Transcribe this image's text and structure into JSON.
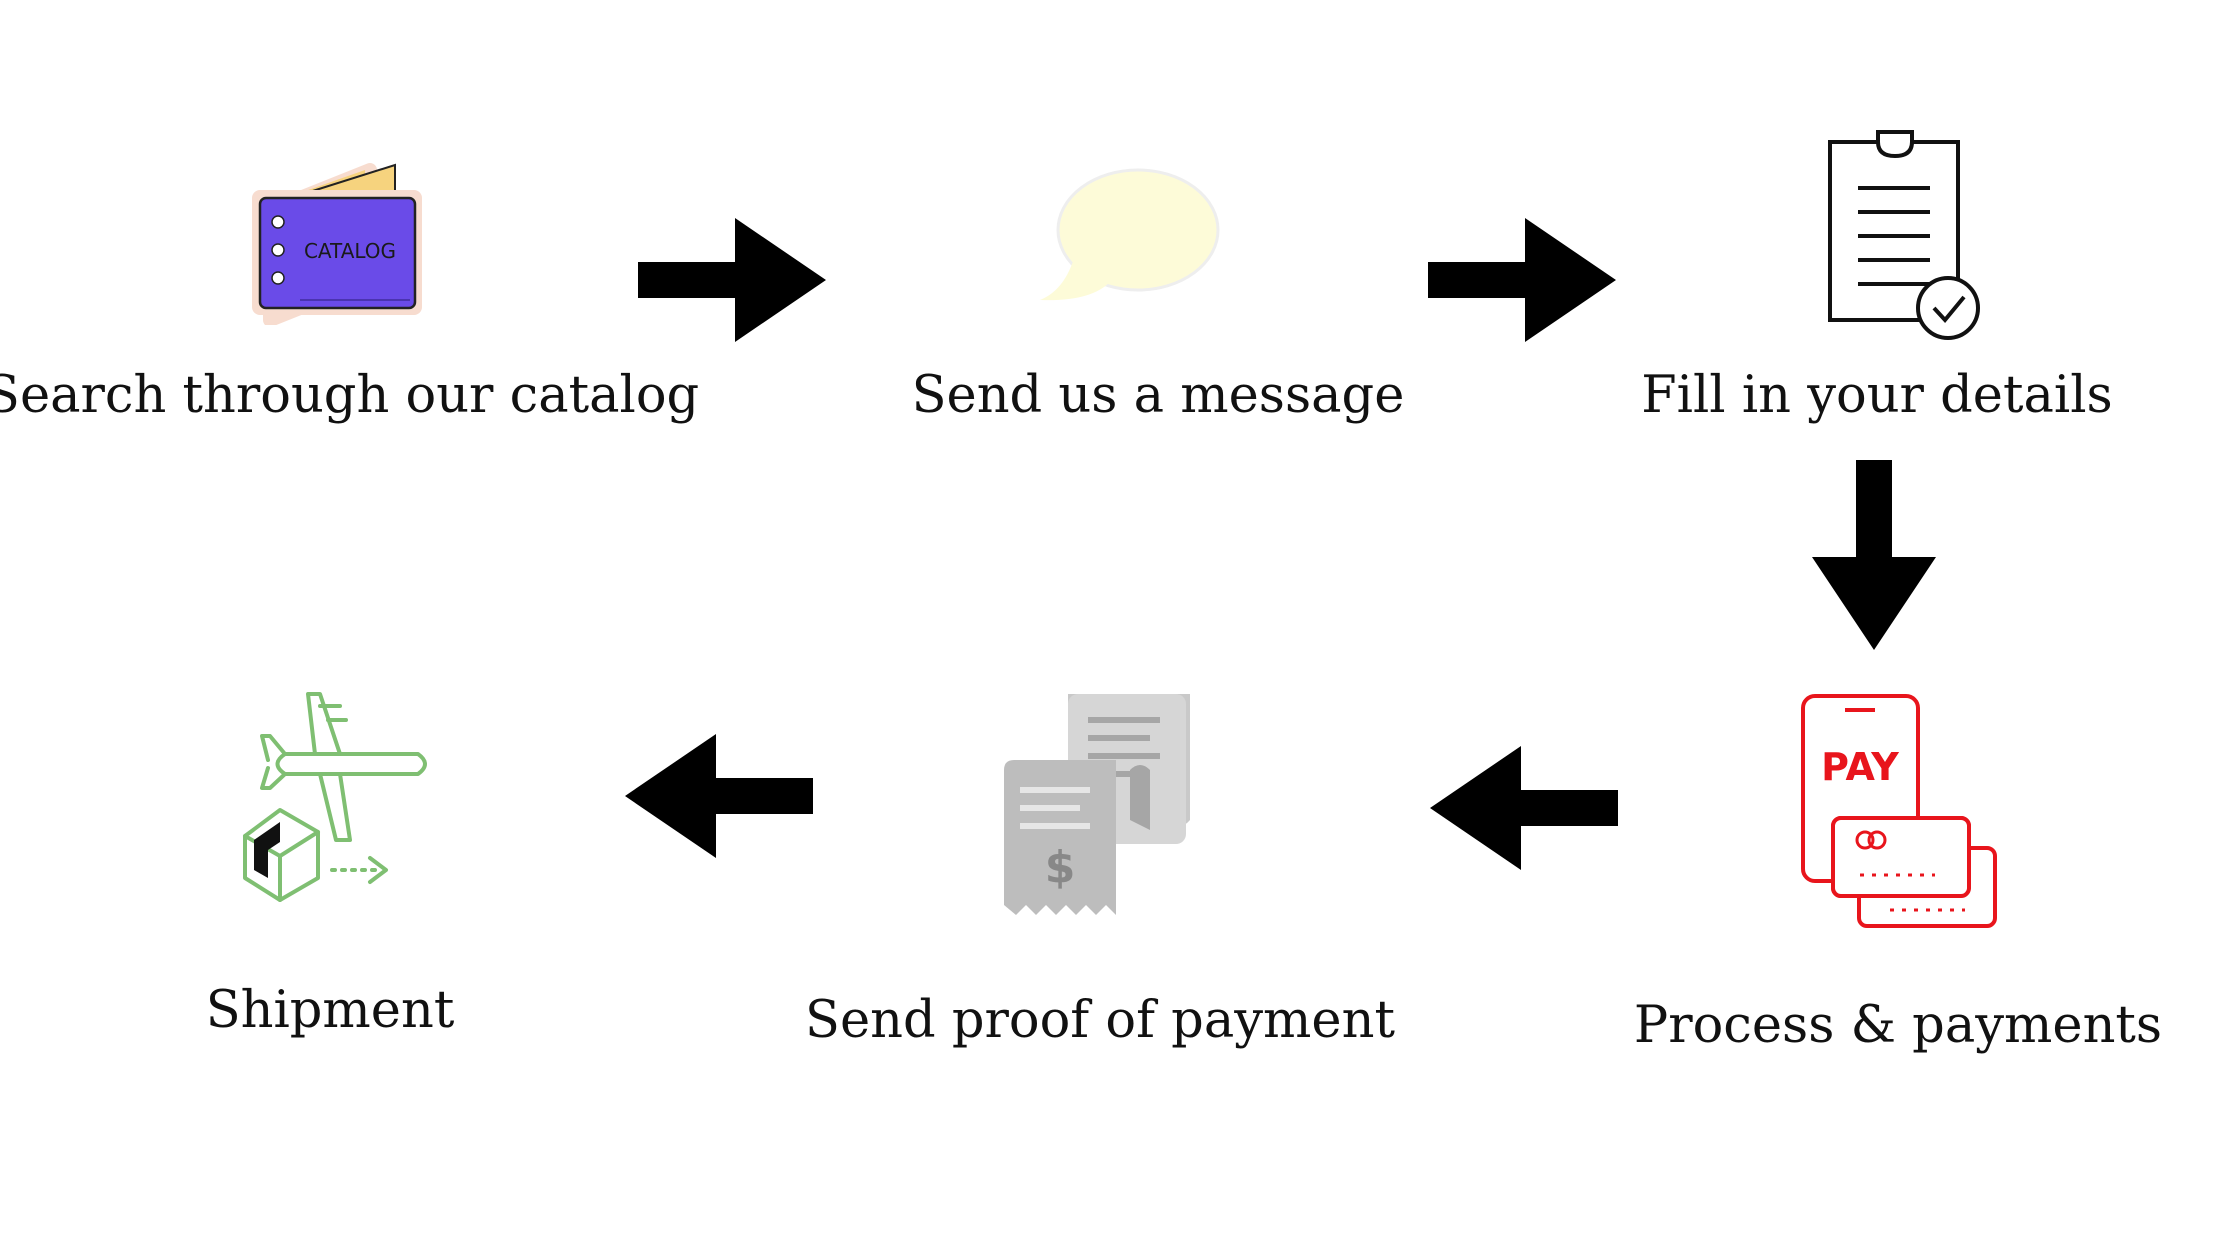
{
  "steps": [
    {
      "label": "Search through our catalog",
      "icon": "catalog-icon"
    },
    {
      "label": "Send us a message",
      "icon": "speech-bubble-icon"
    },
    {
      "label": "Fill in your details",
      "icon": "clipboard-check-icon"
    },
    {
      "label": "Process & payments",
      "icon": "phone-pay-card-icon"
    },
    {
      "label": "Send proof of payment",
      "icon": "receipt-icon"
    },
    {
      "label": "Shipment",
      "icon": "airplane-package-icon"
    }
  ],
  "catalog_text": "CATALOG",
  "pay_text": "PAY",
  "receipt_symbol": "$",
  "colors": {
    "background": "#ffffff",
    "text": "#111111",
    "arrow": "#000000",
    "catalog": "#6a4be8",
    "bubble": "#fdfbd8",
    "pay": "#e8151c",
    "receipt": "#bdbdbd",
    "shipment": "#7fbf72"
  }
}
